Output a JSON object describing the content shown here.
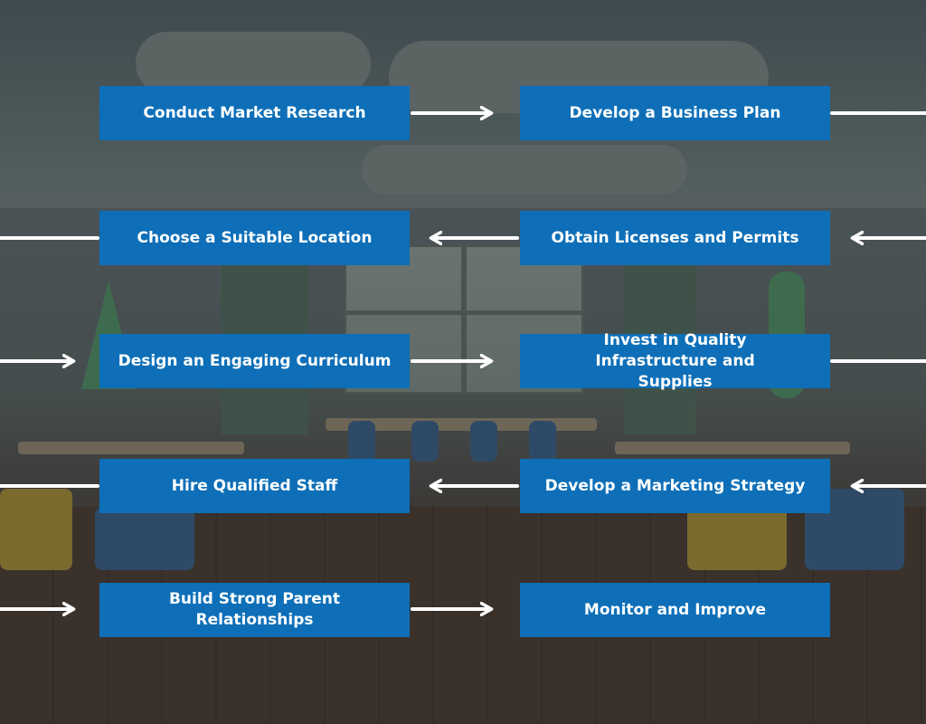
{
  "diagram": {
    "colors": {
      "box": "#0e6fb8",
      "text": "#ffffff",
      "connector": "#ffffff"
    },
    "steps": [
      {
        "label": "Conduct Market Research"
      },
      {
        "label": "Develop a Business Plan"
      },
      {
        "label": "Choose a Suitable Location"
      },
      {
        "label": "Obtain Licenses and Permits"
      },
      {
        "label": "Design an Engaging Curriculum"
      },
      {
        "label": "Invest in Quality Infrastructure and Supplies"
      },
      {
        "label": "Hire Qualified Staff"
      },
      {
        "label": "Develop a Marketing Strategy"
      },
      {
        "label": "Build Strong Parent Relationships"
      },
      {
        "label": "Monitor and Improve"
      }
    ]
  }
}
